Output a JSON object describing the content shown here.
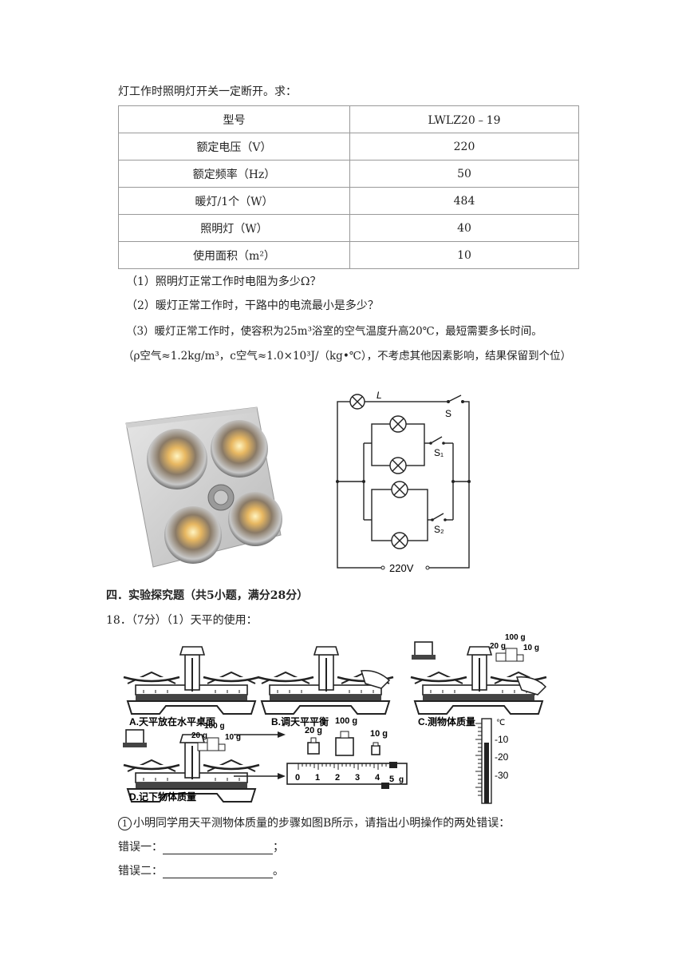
{
  "intro": "灯工作时照明灯开关一定断开。求：",
  "table": {
    "header": [
      "型号",
      "LWLZ20﹣19"
    ],
    "rows": [
      [
        "额定电压（V）",
        "220"
      ],
      [
        "额定频率（Hz）",
        "50"
      ],
      [
        "暖灯/1个（W）",
        "484"
      ],
      [
        "照明灯（W）",
        "40"
      ],
      [
        "使用面积（m²）",
        "10"
      ]
    ]
  },
  "questions": {
    "q1": "（1）照明灯正常工作时电阻为多少Ω？",
    "q2": "（2）暖灯正常工作时，干路中的电流最小是多少？",
    "q3": "（3）暖灯正常工作时，使容积为25m³浴室的空气温度升高20℃，最短需要多长时间。",
    "q4": "（ρ空气≈1.2kg/m³，c空气≈1.0×10³J/（kg•℃），不考虑其他因素影响，结果保留到个位）"
  },
  "circuit": {
    "lamp_label": "L",
    "switch_s": "S",
    "switch_s1": "S₁",
    "switch_s2": "S₂",
    "source": "220V"
  },
  "section": "四．实验探究题（共5小题，满分28分）",
  "problem": "18．（7分）（1）天平的使用：",
  "balance": {
    "captions": [
      "A.天平放在水平桌面",
      "B.调天平平衡",
      "C.测物体质量",
      "D.记下物体质量"
    ],
    "weights": [
      "20 g",
      "100 g",
      "10 g"
    ],
    "scale_ticks": [
      "0",
      "1",
      "2",
      "3",
      "4",
      "5",
      "g"
    ],
    "thermo_unit": "℃",
    "thermo_ticks": [
      "-10",
      "-20",
      "-30"
    ]
  },
  "task": {
    "num": "1",
    "text": "小明同学用天平测物体质量的步骤如图B所示，请指出小明操作的两处错误：",
    "err1": "错误一：",
    "err1_end": "；",
    "err2": "错误二：",
    "err2_end": "。"
  }
}
